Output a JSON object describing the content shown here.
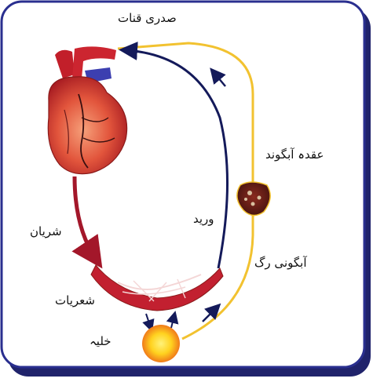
{
  "labels": {
    "thoracic_duct": "صدری قنات",
    "lymph_node": "عقدہ آبگوند",
    "vein": "ورید",
    "lymph_vessel": "آبگونی رگ",
    "artery": "شریان",
    "capillaries": "شعریات",
    "cell": "خلیہ"
  },
  "colors": {
    "frame_border": "#2a2f8f",
    "frame_shadow": "#20236b",
    "vein": "#141a5a",
    "artery": "#a3172a",
    "lymph": "#f2c230",
    "cell_outer": "#f07a1a",
    "cell_inner": "#ffd21f"
  }
}
